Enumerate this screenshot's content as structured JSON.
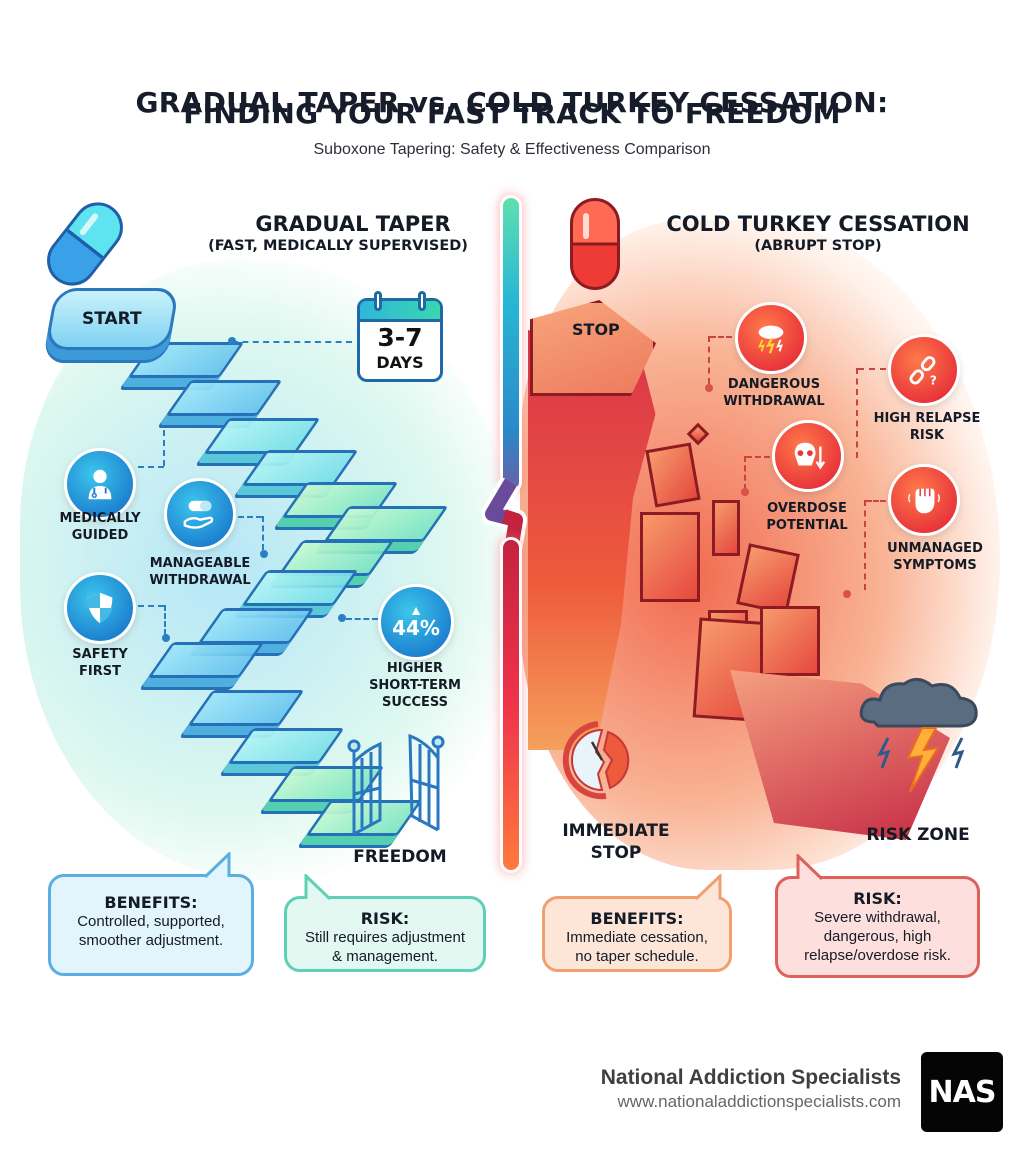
{
  "header": {
    "title_line1": "GRADUAL TAPER vs. COLD TURKEY CESSATION:",
    "title_line2": "FINDING YOUR FAST TRACK TO FREEDOM",
    "subtitle": "Suboxone Tapering: Safety & Effectiveness Comparison"
  },
  "left": {
    "title": "GRADUAL TAPER",
    "subtitle": "(FAST, MEDICALLY SUPERVISED)",
    "start_label": "START",
    "duration": {
      "number": "3-7",
      "unit": "DAYS"
    },
    "features": [
      {
        "icon": "doctor-icon",
        "label_line1": "MEDICALLY",
        "label_line2": "GUIDED"
      },
      {
        "icon": "pill-hand-icon",
        "label_line1": "MANAGEABLE",
        "label_line2": "WITHDRAWAL"
      },
      {
        "icon": "shield-icon",
        "label_line1": "SAFETY",
        "label_line2": "FIRST"
      },
      {
        "icon": "percent-up-icon",
        "value": "44%",
        "label_line1": "HIGHER",
        "label_line2": "SHORT-TERM",
        "label_line3": "SUCCESS"
      }
    ],
    "end_label": "FREEDOM",
    "colors": {
      "primary": "#1f6aa6",
      "accent": "#39d6b0",
      "light": "#7fd2f2"
    }
  },
  "right": {
    "title": "COLD TURKEY CESSATION",
    "subtitle": "(ABRUPT STOP)",
    "stop_label": "STOP",
    "features": [
      {
        "icon": "storm-cloud-icon",
        "label_line1": "DANGEROUS",
        "label_line2": "WITHDRAWAL"
      },
      {
        "icon": "broken-chain-icon",
        "label_line1": "HIGH RELAPSE",
        "label_line2": "RISK"
      },
      {
        "icon": "skull-down-icon",
        "label_line1": "OVERDOSE",
        "label_line2": "POTENTIAL"
      },
      {
        "icon": "fist-icon",
        "label_line1": "UNMANAGED",
        "label_line2": "SYMPTOMS"
      }
    ],
    "immediate_label_line1": "IMMEDIATE",
    "immediate_label_line2": "STOP",
    "risk_zone_label": "RISK ZONE",
    "colors": {
      "primary": "#e8333a",
      "dark": "#8e1a22",
      "accent": "#ff7a4a"
    }
  },
  "callouts": [
    {
      "heading": "BENEFITS:",
      "line1": "Controlled, supported,",
      "line2": "smoother adjustment."
    },
    {
      "heading": "RISK:",
      "line1": "Still requires adjustment",
      "line2": "& management."
    },
    {
      "heading": "BENEFITS:",
      "line1": "Immediate cessation,",
      "line2": "no taper schedule."
    },
    {
      "heading": "RISK:",
      "line1": "Severe withdrawal,",
      "line2": "dangerous, high",
      "line3": "relapse/overdose risk."
    }
  ],
  "footer": {
    "brand": "National Addiction Specialists",
    "url": "www.nationaladdictionspecialists.com",
    "logo_text": "NAS"
  }
}
